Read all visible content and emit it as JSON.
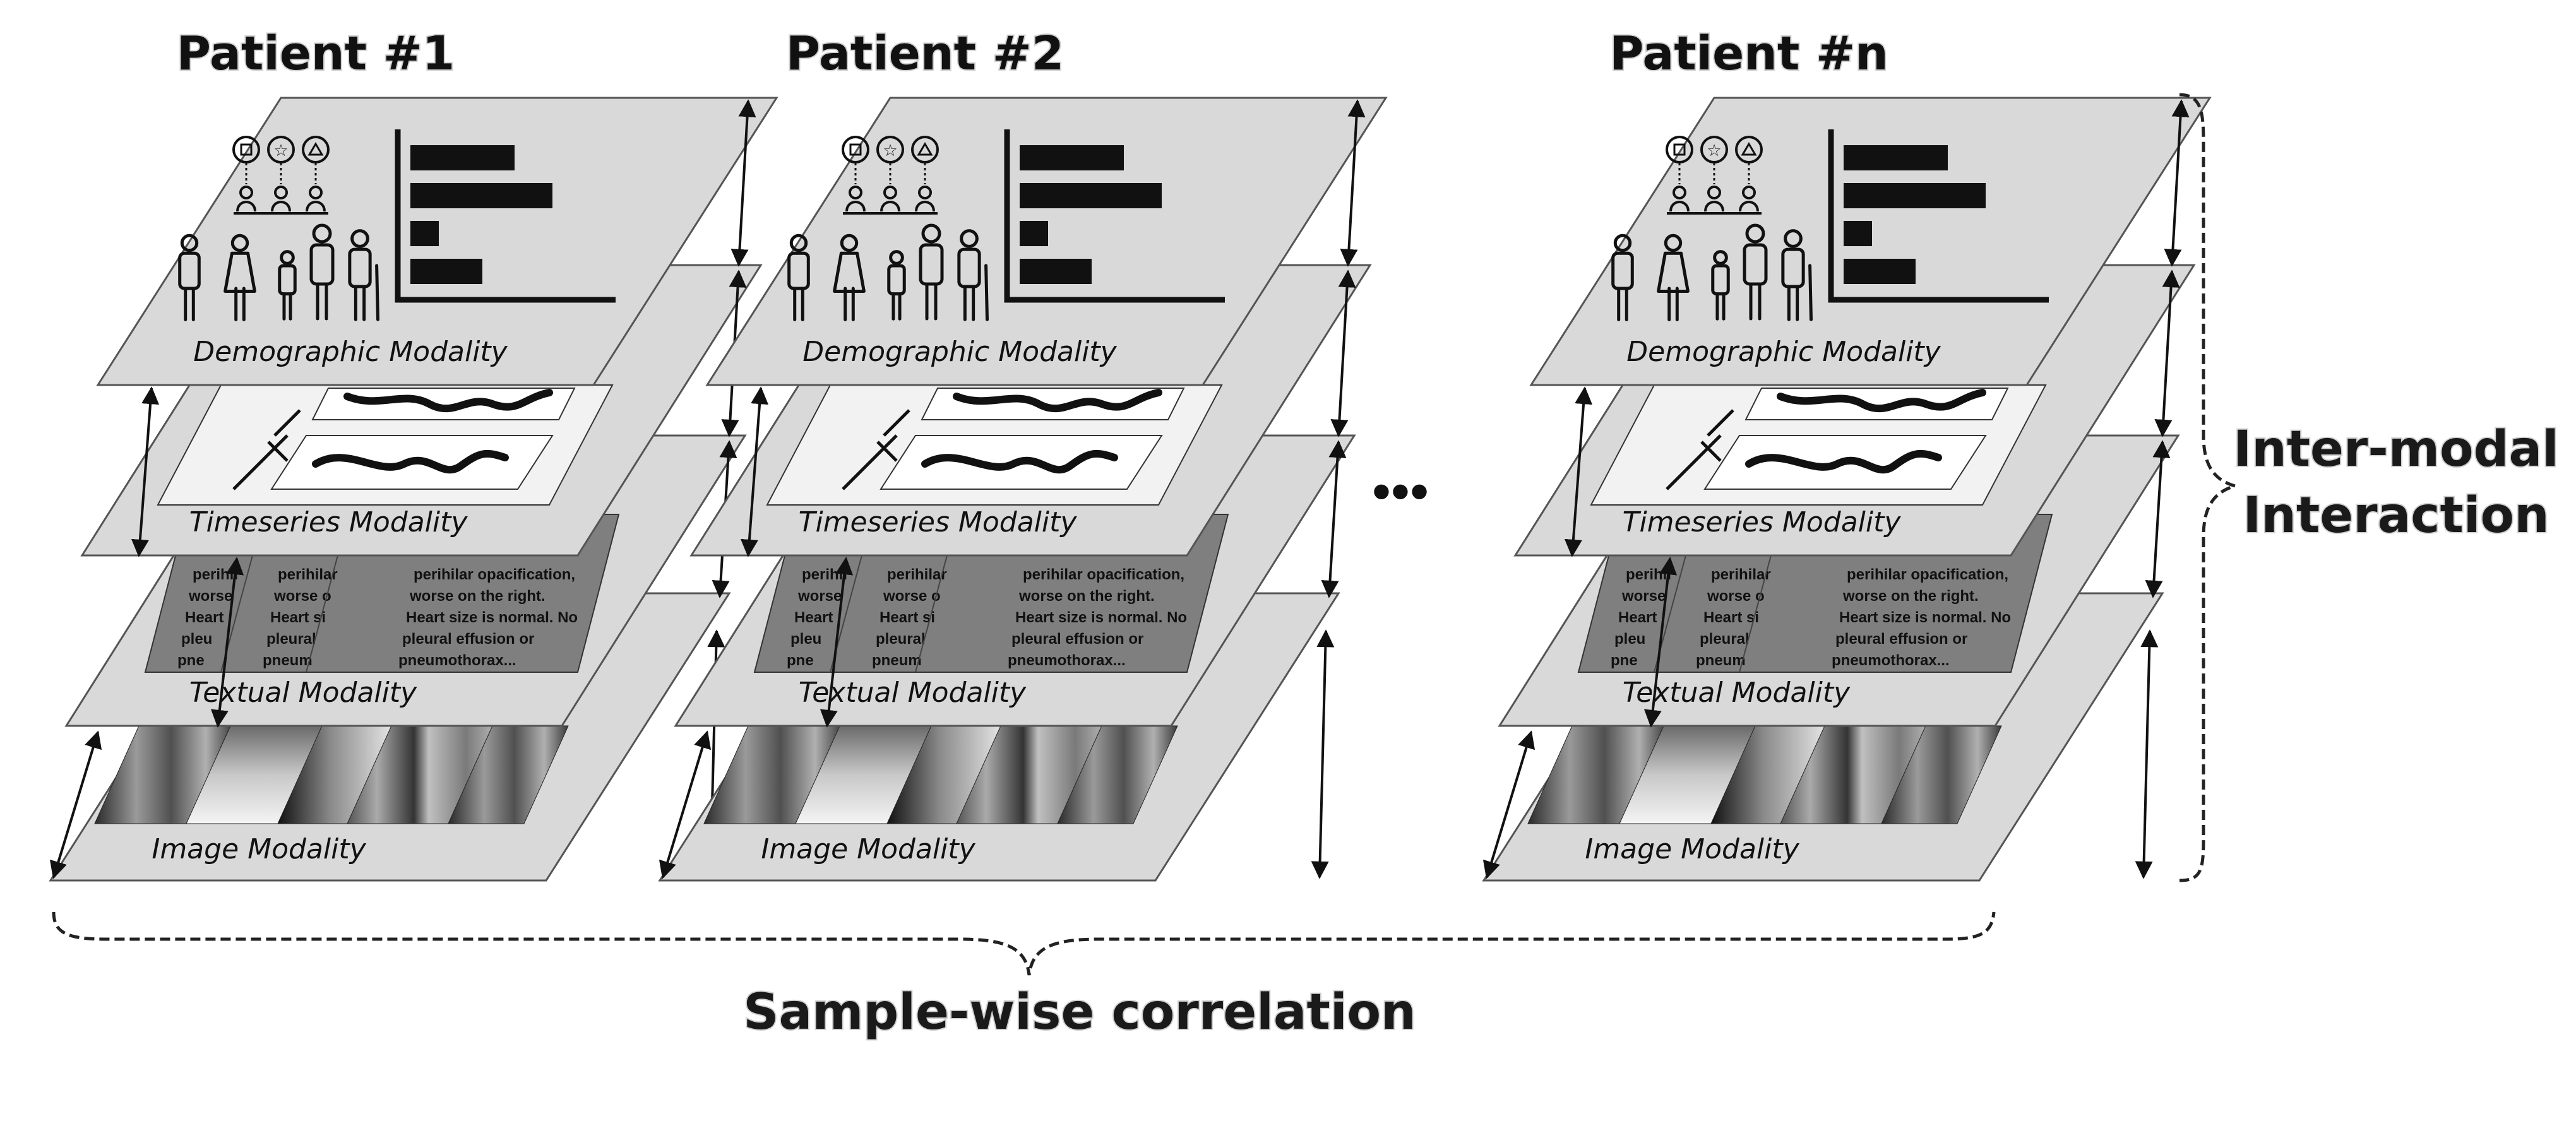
{
  "patients": [
    {
      "title": "Patient #1"
    },
    {
      "title": "Patient #2"
    },
    {
      "title": "Patient #n"
    }
  ],
  "modalities": {
    "demographic": "Demographic Modality",
    "timeseries": "Timeseries Modality",
    "textual": "Textual Modality",
    "image": "Image Modality"
  },
  "clinical_note_front": [
    "perihilar opacification,",
    "worse on the right.",
    "Heart size is normal. No",
    "pleural effusion or",
    "pneumothorax..."
  ],
  "clinical_note_back": [
    "perihilar",
    "worse o",
    "Heart si",
    "pleural",
    "pneum"
  ],
  "clinical_note_back2": [
    "perihil",
    "worse",
    "Heart",
    "pleu",
    "pne"
  ],
  "demographic_bars": [
    0.55,
    0.75,
    0.15,
    0.38
  ],
  "ellipsis": "•••",
  "inter_modal": {
    "line1": "Inter-modal",
    "line2": "Interaction"
  },
  "sample_wise": "Sample-wise correlation",
  "colors": {
    "plane": "#d9d9d9",
    "plane_edge": "#555555",
    "text_plane": "#7f7f7f",
    "ts_plane": "#f2f2f2"
  }
}
